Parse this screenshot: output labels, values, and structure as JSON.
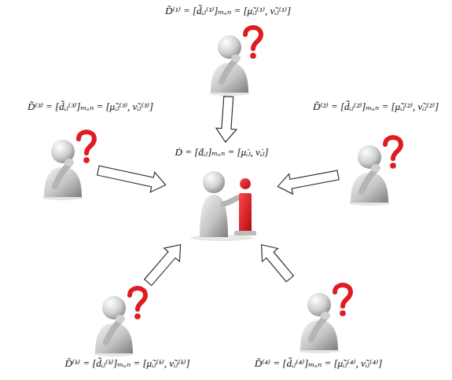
{
  "diagram": {
    "nodes": [
      {
        "text": [
          "D̃⁽¹⁾ = [d̃ᵢⱼ⁽¹⁾]ₘₓₙ = [μ̃ᵢⱼ⁽¹⁾, ν̃ᵢⱼ⁽¹⁾]"
        ]
      },
      {
        "text": [
          "D̃⁽³⁾ = [d̃ᵢⱼ⁽³⁾]ₘₓₙ = [μ̃ᵢⱼ⁽³⁾, ν̃ᵢⱼ⁽³⁾]"
        ]
      },
      {
        "text": [
          "D̃⁽²⁾ = [d̃ᵢⱼ⁽²⁾]ₘₓₙ = [μ̃ᵢⱼ⁽²⁾, ν̃ᵢⱼ⁽²⁾]"
        ]
      },
      {
        "text": [
          "Ḋ = [ḋᵢⱼ]ₘₓₙ = [μ̇ᵢⱼ, ν̇ᵢⱼ]"
        ]
      },
      {
        "text": [
          "D̃⁽ᵏ⁾ = [d̃ᵢⱼ⁽ᵏ⁾]ₘₓₙ = [μ̃ᵢⱼ⁽ᵏ⁾, ν̃ᵢⱼ⁽ᵏ⁾]"
        ]
      },
      {
        "text": [
          "D̃⁽⁴⁾ = [d̃ᵢⱼ⁽⁴⁾]ₘₓₙ = [μ̃ᵢⱼ⁽⁴⁾, ν̃ᵢⱼ⁽⁴⁾]"
        ]
      }
    ],
    "edges": [
      {
        "from": 0,
        "to": 3,
        "arrow": "to"
      },
      {
        "from": 1,
        "to": 3,
        "arrow": "to"
      },
      {
        "from": 2,
        "to": 3,
        "arrow": "to"
      },
      {
        "from": 4,
        "to": 3,
        "arrow": "to"
      },
      {
        "from": 5,
        "to": 3,
        "arrow": "to"
      }
    ]
  }
}
